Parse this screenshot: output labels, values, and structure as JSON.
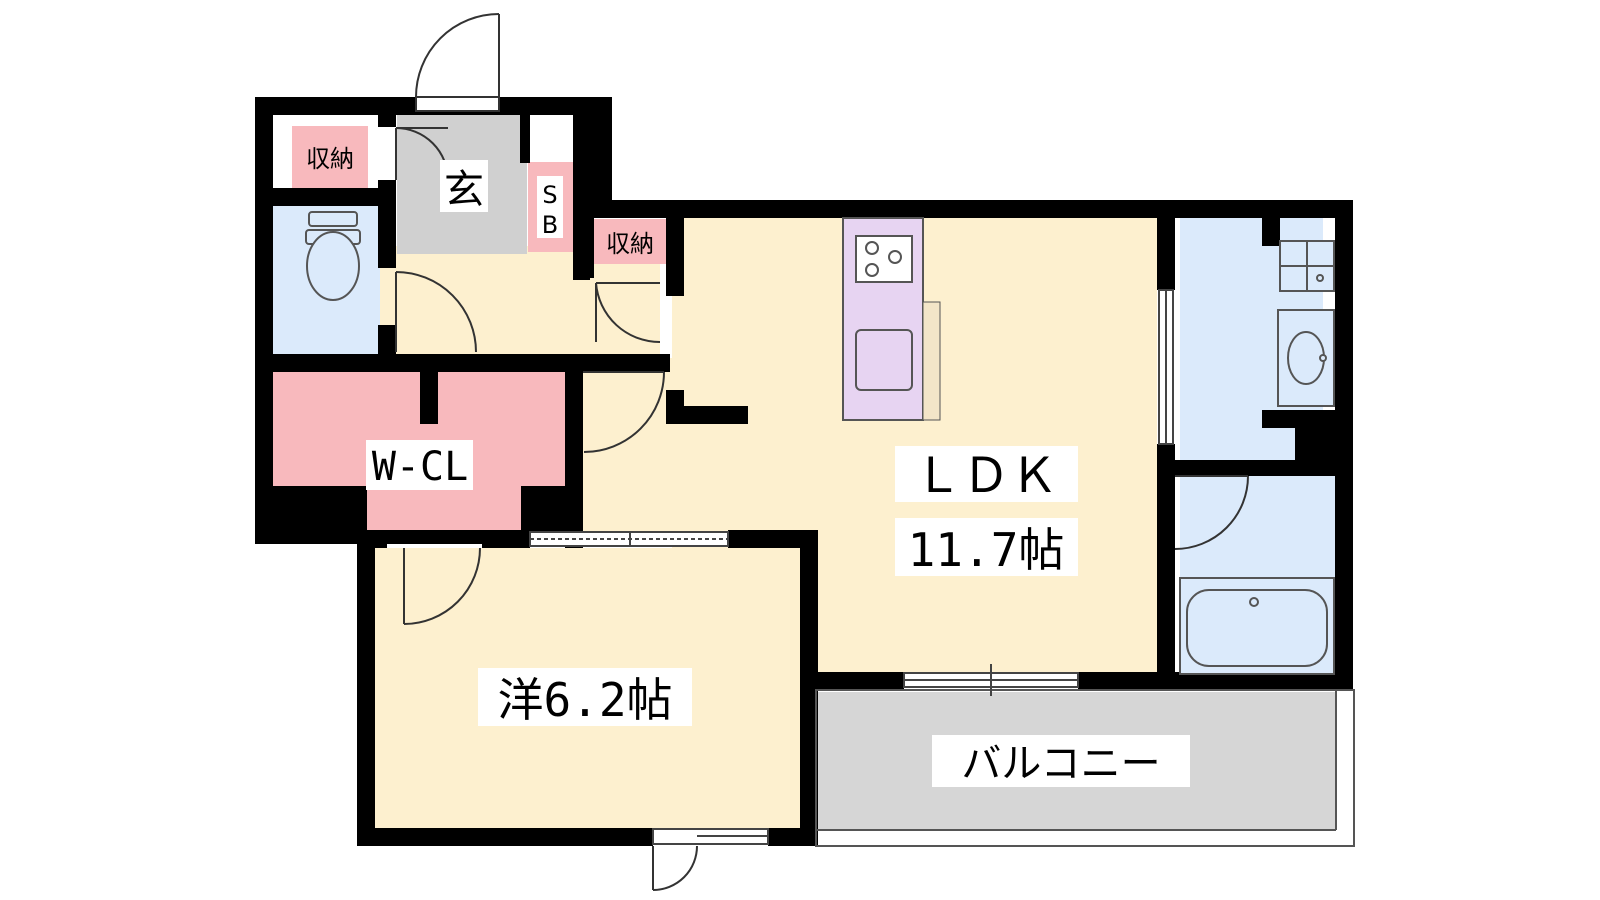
{
  "rooms": {
    "entrance": {
      "label": "玄"
    },
    "shoe_box": {
      "label_s": "S",
      "label_b": "B"
    },
    "storage_left": {
      "label": "収納"
    },
    "storage_hall": {
      "label": "収納"
    },
    "walk_in_closet": {
      "label": "W-CL"
    },
    "ldk": {
      "label": "ＬＤＫ",
      "size": "11.7帖"
    },
    "western_room": {
      "label": "洋6.2帖"
    },
    "balcony": {
      "label": "バルコニー"
    }
  },
  "colors": {
    "floor": "#fdf0cf",
    "wet_area": "#dbeafb",
    "storage": "#f8b9bd",
    "entrance": "#d0d0d0",
    "balcony": "#d6d6d6",
    "kitchen": "#e7d4f2",
    "wall": "#000000"
  }
}
